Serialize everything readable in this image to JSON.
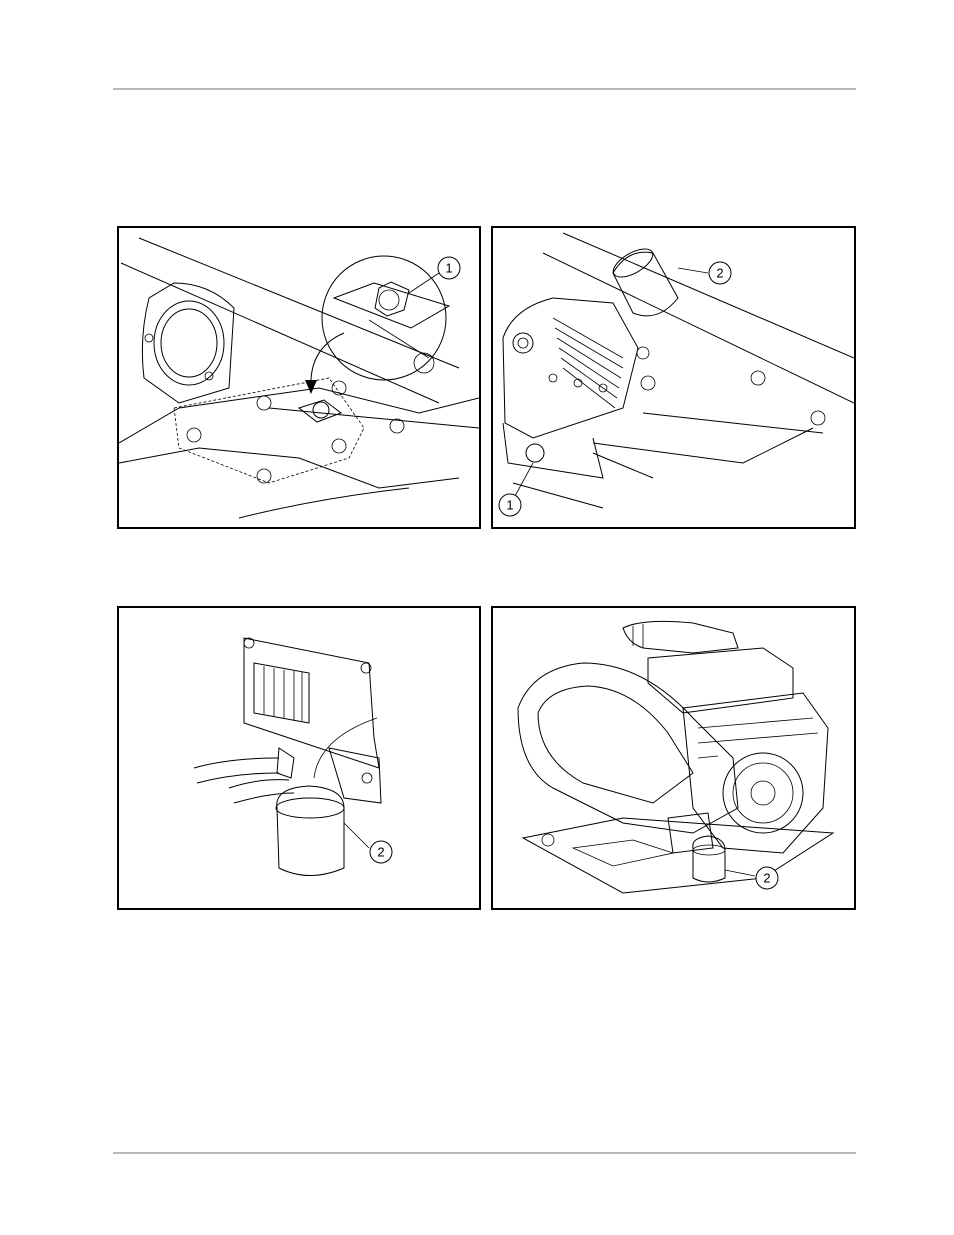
{
  "figures": {
    "drain_plug_detail": {
      "callouts": [
        {
          "label": "1"
        }
      ]
    },
    "oil_pan_side": {
      "callouts": [
        {
          "label": "2"
        },
        {
          "label": "1"
        }
      ]
    },
    "oil_filter_closeup": {
      "callouts": [
        {
          "label": "2"
        }
      ]
    },
    "engine_assembly": {
      "callouts": [
        {
          "label": "2"
        }
      ]
    }
  }
}
